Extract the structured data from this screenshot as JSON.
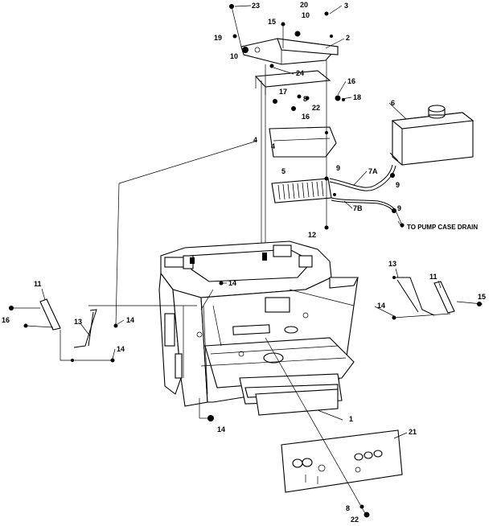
{
  "callouts": {
    "c1": "1",
    "c2": "2",
    "c3": "3",
    "c4a": "4",
    "c4b": "4",
    "c5": "5",
    "c6": "6",
    "c7a": "7A",
    "c7b": "7B",
    "c8a": "8",
    "c8b": "8",
    "c9a": "9",
    "c9b": "9",
    "c9c": "9",
    "c10a": "10",
    "c10b": "10",
    "c11l": "11",
    "c11r": "11",
    "c12": "12",
    "c13l": "13",
    "c13r": "13",
    "c14a": "14",
    "c14b": "14",
    "c14c": "14",
    "c14d": "14",
    "c14e": "14",
    "c15a": "15",
    "c15b": "15",
    "c16a": "16",
    "c16b": "16",
    "c16c": "16",
    "c17": "17",
    "c18": "18",
    "c19": "19",
    "c20": "20",
    "c21": "21",
    "c22a": "22",
    "c22b": "22",
    "c23": "23",
    "c24": "24"
  },
  "notes": {
    "pump_case_drain": "TO PUMP CASE DRAIN"
  }
}
